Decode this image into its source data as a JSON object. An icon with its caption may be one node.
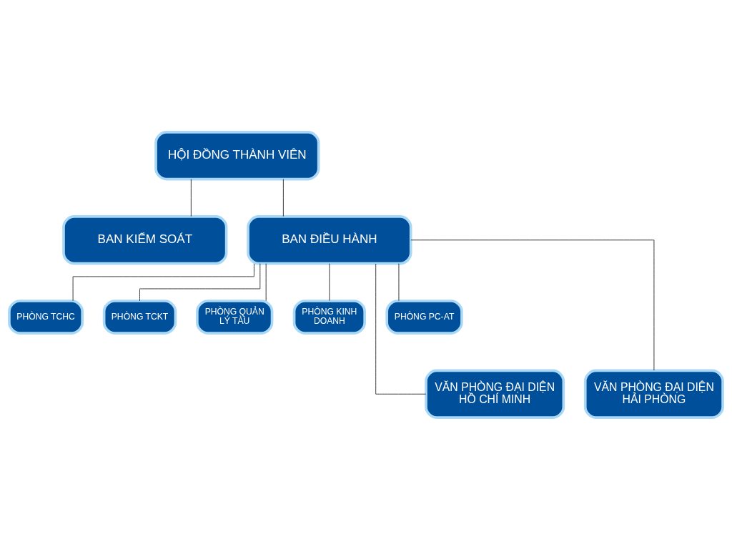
{
  "diagram": {
    "nodes": [
      {
        "text": [
          "HỘI ĐỒNG THÀNH VIÊN"
        ]
      },
      {
        "text": [
          "BAN KIỂM SOÁT"
        ]
      },
      {
        "text": [
          "BAN ĐIỀU HÀNH"
        ]
      },
      {
        "text": [
          "PHÒNG TCHC"
        ]
      },
      {
        "text": [
          "PHÒNG TCKT"
        ]
      },
      {
        "text": [
          "PHÒNG QUẢN LÝ TÀU"
        ]
      },
      {
        "text": [
          "PHÒNG KINH DOANH"
        ]
      },
      {
        "text": [
          "PHÒNG PC-AT"
        ]
      },
      {
        "text": [
          "VĂN PHÒNG ĐẠI DIỆN HỒ CHÍ MINH"
        ]
      },
      {
        "text": [
          "VĂN PHÒNG ĐẠI DIỆN HẢI PHÒNG"
        ]
      }
    ],
    "edges": [
      {
        "from": 0,
        "to": 1,
        "arrow": "none"
      },
      {
        "from": 0,
        "to": 2,
        "arrow": "none"
      },
      {
        "from": 2,
        "to": 3,
        "arrow": "none"
      },
      {
        "from": 2,
        "to": 4,
        "arrow": "none"
      },
      {
        "from": 2,
        "to": 8,
        "arrow": "none"
      },
      {
        "from": 2,
        "to": 5,
        "arrow": "none"
      },
      {
        "from": 2,
        "to": 6,
        "arrow": "none"
      },
      {
        "from": 2,
        "to": 9,
        "arrow": "none"
      },
      {
        "from": 2,
        "to": 7,
        "arrow": "none"
      }
    ]
  }
}
